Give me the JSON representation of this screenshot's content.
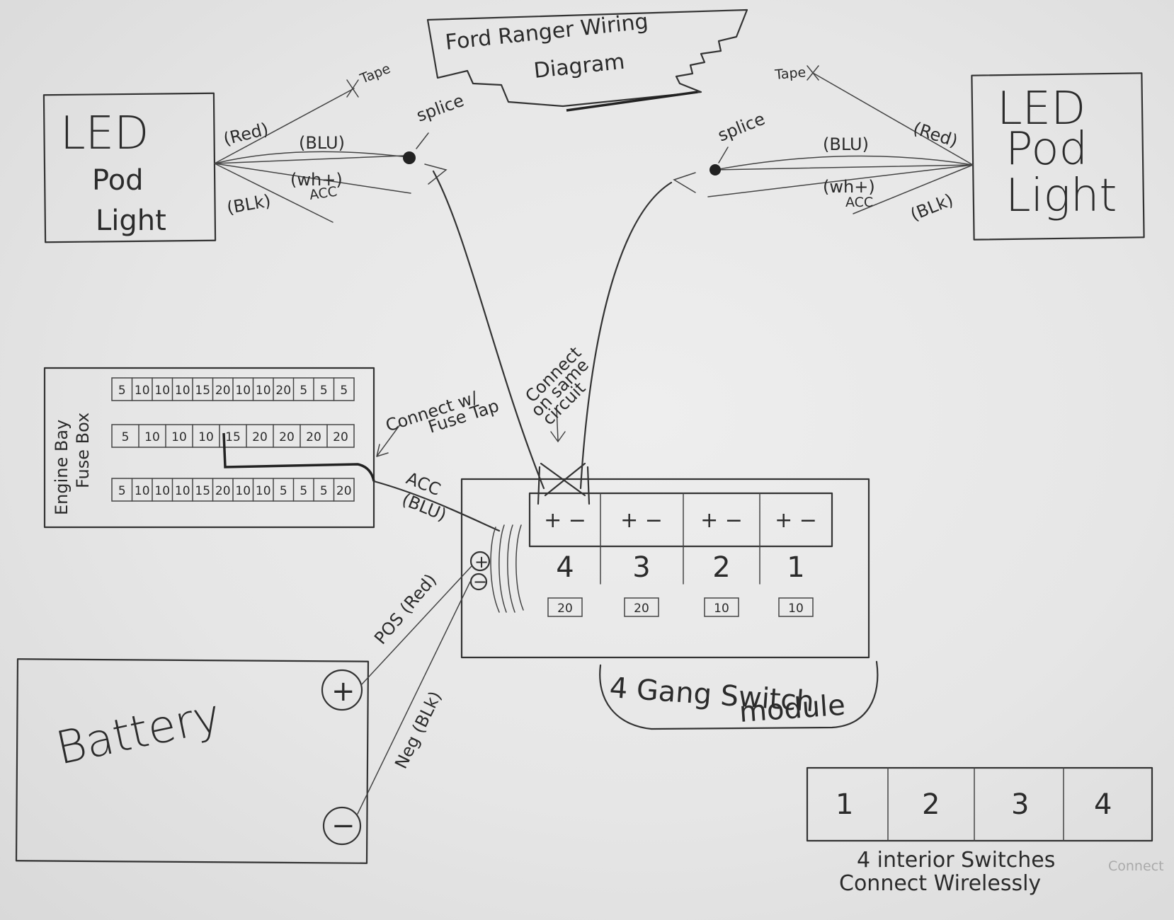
{
  "title": {
    "line1": "Ford Ranger Wiring",
    "line2": "Diagram"
  },
  "left_light": {
    "line1": "LED",
    "line2": "Pod",
    "line3": "Light"
  },
  "right_light": {
    "line1": "LED",
    "line2": "Pod",
    "line3": "Light"
  },
  "wires_left": {
    "red": "(Red)",
    "blu": "(BLU)",
    "wht": "(wh+)",
    "acc": "ACC",
    "blk": "(BLk)",
    "tape": "Tape",
    "splice": "splice"
  },
  "wires_right": {
    "red": "(Red)",
    "blu": "(BLU)",
    "wht": "(wh+)",
    "acc": "ACC",
    "blk": "(BLk)",
    "tape": "Tape",
    "splice": "splice"
  },
  "fusebox": {
    "label_line1": "Engine Bay",
    "label_line2": "Fuse Box",
    "rows": [
      [
        "5",
        "10",
        "10",
        "10",
        "15",
        "20",
        "10",
        "10",
        "20",
        "5",
        "5",
        "5"
      ],
      [
        "5",
        "10",
        "10",
        "10",
        "15",
        "20",
        "20",
        "20",
        "20"
      ],
      [
        "5",
        "10",
        "10",
        "10",
        "15",
        "20",
        "10",
        "10",
        "5",
        "5",
        "5",
        "20"
      ]
    ]
  },
  "fuse_tap_note": {
    "line1": "Connect w/",
    "line2": "Fuse Tap"
  },
  "acc_wire": {
    "line1": "ACC",
    "line2": "(BLU)"
  },
  "same_circuit_note": {
    "line1": "Connect",
    "line2": "on same",
    "line3": "circuit"
  },
  "switch_module": {
    "label_line1": "4 Gang Switch",
    "label_line2": "module",
    "terminals": [
      {
        "number": "4",
        "polarity": "+ −",
        "fuse": "20"
      },
      {
        "number": "3",
        "polarity": "+ −",
        "fuse": "20"
      },
      {
        "number": "2",
        "polarity": "+ −",
        "fuse": "10"
      },
      {
        "number": "1",
        "polarity": "+ −",
        "fuse": "10"
      }
    ],
    "pos_symbol": "+",
    "neg_symbol": "−"
  },
  "battery": {
    "label": "Battery",
    "pos_symbol": "+",
    "neg_symbol": "−"
  },
  "pos_wire": "POS (Red)",
  "neg_wire": "Neg (BLk)",
  "interior_switches": {
    "numbers": [
      "1",
      "2",
      "3",
      "4"
    ],
    "label_line1": "4 interior Switches",
    "label_line2": "Connect Wirelessly",
    "margin_note": "Connect"
  },
  "colors": {
    "ink": "#333333",
    "paper": "#e8e8e8"
  }
}
